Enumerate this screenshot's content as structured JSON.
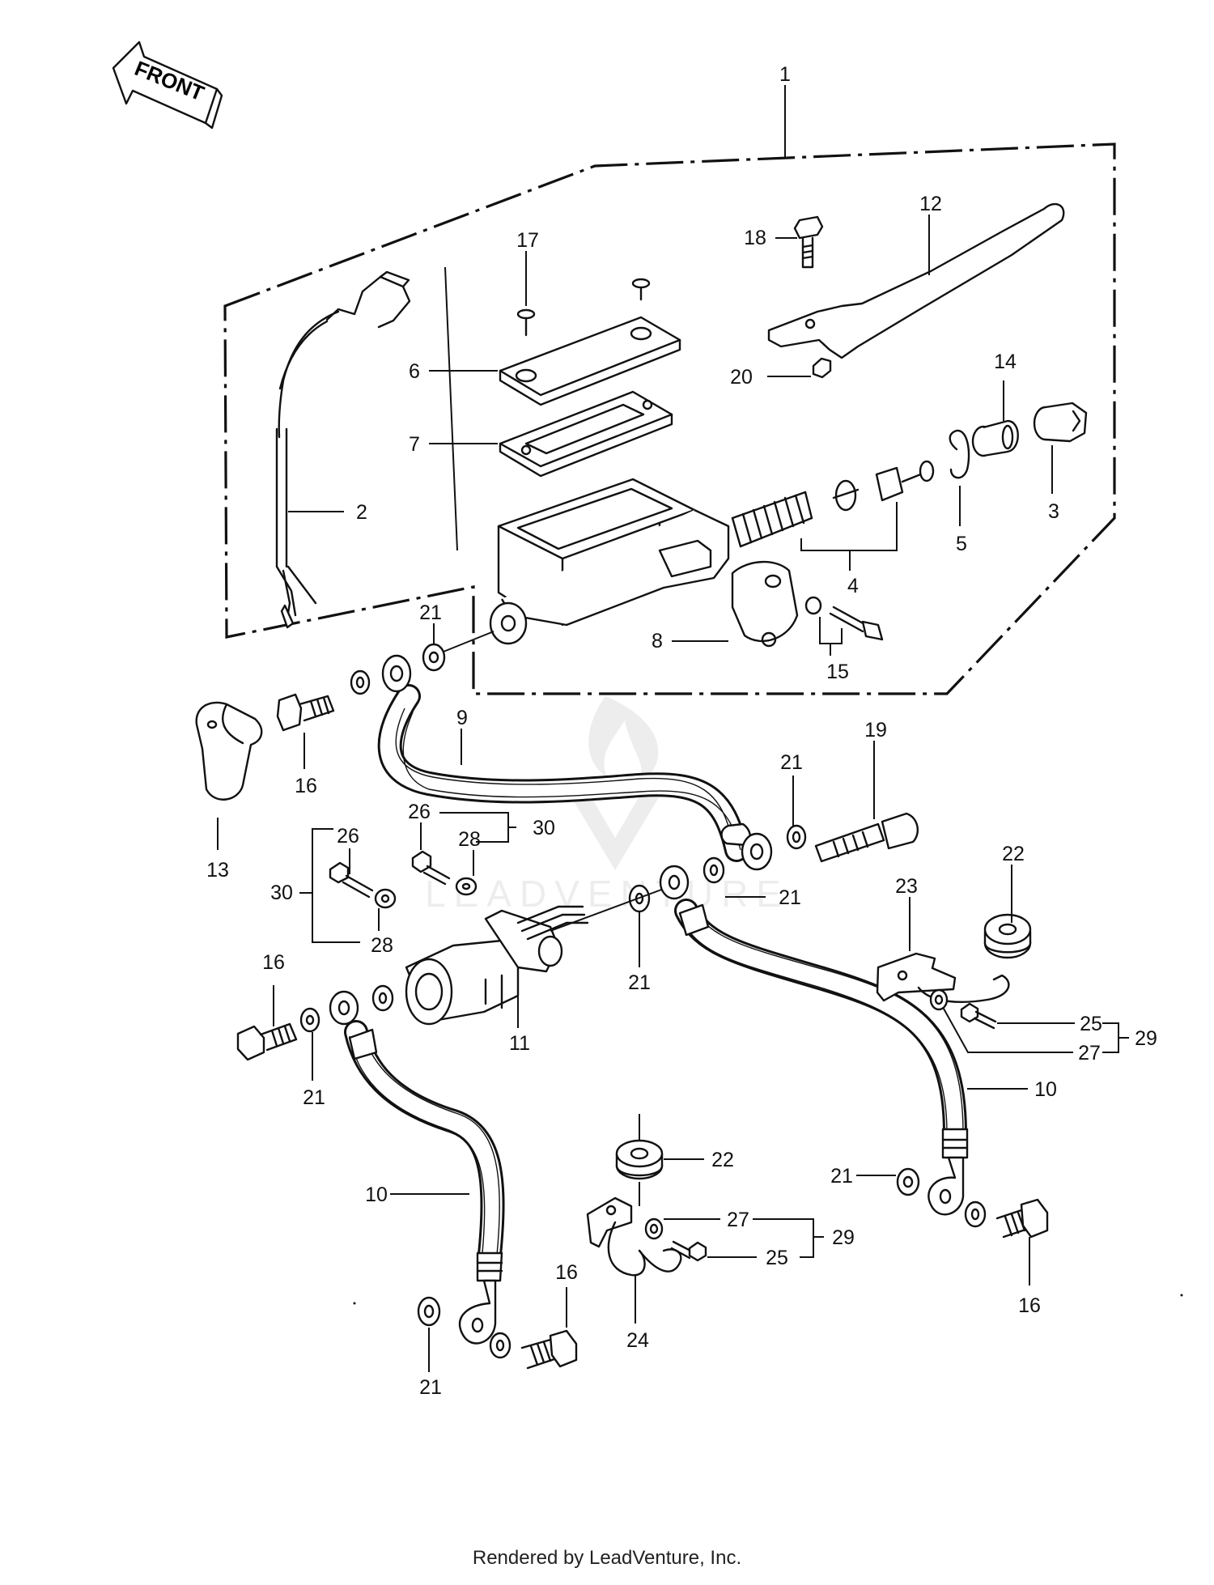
{
  "front_arrow": "FRONT",
  "callouts": {
    "c1": "1",
    "c2": "2",
    "c3": "3",
    "c4": "4",
    "c5": "5",
    "c6": "6",
    "c7": "7",
    "c8": "8",
    "c9": "9",
    "c10a": "10",
    "c10b": "10",
    "c11": "11",
    "c12": "12",
    "c13": "13",
    "c14": "14",
    "c15": "15",
    "c16a": "16",
    "c16b": "16",
    "c16c": "16",
    "c16d": "16",
    "c17": "17",
    "c18": "18",
    "c19": "19",
    "c20": "20",
    "c21a": "21",
    "c21b": "21",
    "c21c": "21",
    "c21d": "21",
    "c21e": "21",
    "c21f": "21",
    "c21g": "21",
    "c22a": "22",
    "c22b": "22",
    "c23": "23",
    "c24": "24",
    "c25a": "25",
    "c25b": "25",
    "c26a": "26",
    "c26b": "26",
    "c27a": "27",
    "c27b": "27",
    "c28a": "28",
    "c28b": "28",
    "c29a": "29",
    "c29b": "29",
    "c30a": "30",
    "c30b": "30"
  },
  "watermark": "LEADVENTURE",
  "credit": "Rendered by LeadVenture, Inc."
}
